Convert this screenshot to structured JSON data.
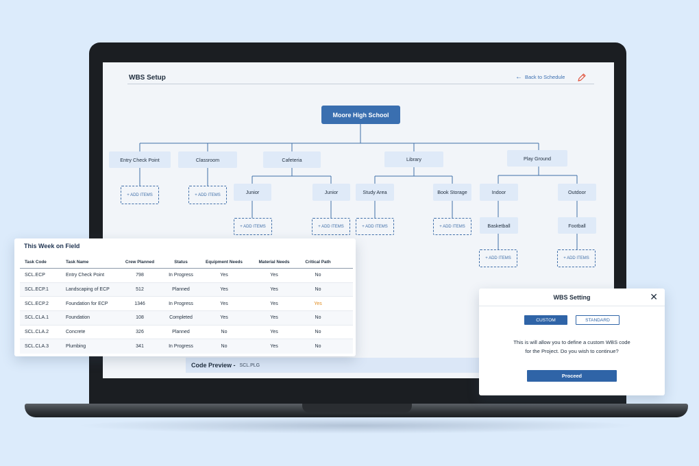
{
  "header": {
    "title": "WBS Setup",
    "back_label": "Back to Schedule",
    "back_icon": "arrow-left-icon",
    "edit_icon": "pencil-icon"
  },
  "tree": {
    "root": "Moore High School",
    "level1": [
      "Entry Check Point",
      "Classroom",
      "Cafeteria",
      "Library",
      "Play Ground"
    ],
    "cafeteria_children": [
      "Junior",
      "Junior"
    ],
    "library_children": [
      "Study Area",
      "Book Storage"
    ],
    "playground_children": [
      "Indoor",
      "Outdoor"
    ],
    "indoor_children": [
      "Basketball"
    ],
    "outdoor_children": [
      "Football"
    ],
    "add_items_label": "+ ADD ITEMS"
  },
  "code_preview": {
    "label": "Code Preview -",
    "value": "SCL.PLG"
  },
  "field_table": {
    "title": "This Week on Field",
    "columns": [
      "Task Code",
      "Task Name",
      "Crew Planned",
      "Status",
      "Equipment Needs",
      "Material Needs",
      "Critical Path"
    ],
    "rows": [
      [
        "SCL.ECP",
        "Entry Check Point",
        "798",
        "In Progress",
        "Yes",
        "Yes",
        "No"
      ],
      [
        "SCL.ECP.1",
        "Landscaping of ECP",
        "512",
        "Planned",
        "Yes",
        "Yes",
        "No"
      ],
      [
        "SCL.ECP.2",
        "Foundation for ECP",
        "1346",
        "In Progress",
        "Yes",
        "Yes",
        "Yes"
      ],
      [
        "SCL.CLA.1",
        "Foundation",
        "108",
        "Completed",
        "Yes",
        "Yes",
        "No"
      ],
      [
        "SCL.CLA.2",
        "Concrete",
        "326",
        "Planned",
        "No",
        "Yes",
        "No"
      ],
      [
        "SCL.CLA.3",
        "Plumbing",
        "341",
        "In Progress",
        "No",
        "Yes",
        "No"
      ]
    ]
  },
  "dialog": {
    "title": "WBS Setting",
    "close_icon": "close-icon",
    "custom_label": "CUSTOM",
    "standard_label": "STANDARD",
    "message_line1": "This is will allow you to define a custom WBS code",
    "message_line2": "for the Project. Do you wish to continue?",
    "proceed_label": "Proceed"
  },
  "colors": {
    "accent": "#2f64a7",
    "node_bg": "#dfeaf8",
    "highlight": "#e08a1c",
    "background": "#dcebfb"
  }
}
